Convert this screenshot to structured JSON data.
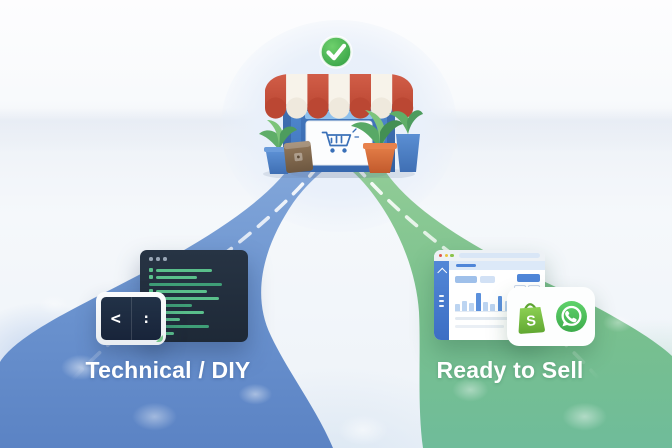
{
  "store": {
    "status_icon": "checkmark-icon",
    "sign_icon": "shopping-cart-icon"
  },
  "left_path": {
    "label": "Technical / DIY",
    "icons": [
      "code-editor-icon",
      "terminal-icon"
    ],
    "terminal": {
      "glyph_left": "<",
      "glyph_right": ":"
    }
  },
  "right_path": {
    "label": "Ready to Sell",
    "icons": [
      "browser-dashboard-icon",
      "shopify-icon",
      "whatsapp-icon"
    ],
    "shopify": {
      "letter": "S"
    }
  },
  "colors": {
    "path_blue": "#5d85c5",
    "path_green": "#74bd92",
    "label_text": "#ffffff",
    "check_green": "#3fae4d",
    "awning_red": "#c8513d",
    "store_blue": "#4a80c6",
    "editor_bg": "#232f3d",
    "code_green": "#5abf8b",
    "browser_accent": "#4f86d8",
    "shopify_green": "#74b93e",
    "whatsapp_green": "#4cc15a"
  }
}
